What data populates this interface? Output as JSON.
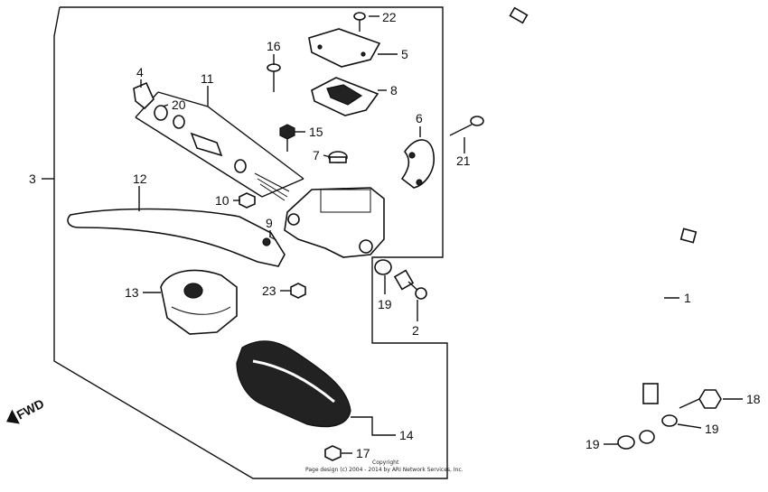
{
  "callouts": {
    "c1": "1",
    "c2": "2",
    "c3": "3",
    "c4": "4",
    "c5": "5",
    "c6": "6",
    "c7": "7",
    "c8": "8",
    "c9": "9",
    "c10": "10",
    "c11": "11",
    "c12": "12",
    "c13": "13",
    "c14": "14",
    "c15": "15",
    "c16": "16",
    "c17": "17",
    "c18": "18",
    "c19a": "19",
    "c19b": "19",
    "c19c": "19",
    "c20": "20",
    "c21": "21",
    "c22": "22",
    "c23": "23"
  },
  "direction_label": "FWD",
  "copyright_line1": "Copyright",
  "copyright_line2": "Page design (c) 2004 - 2014 by ARI Network Services, Inc."
}
